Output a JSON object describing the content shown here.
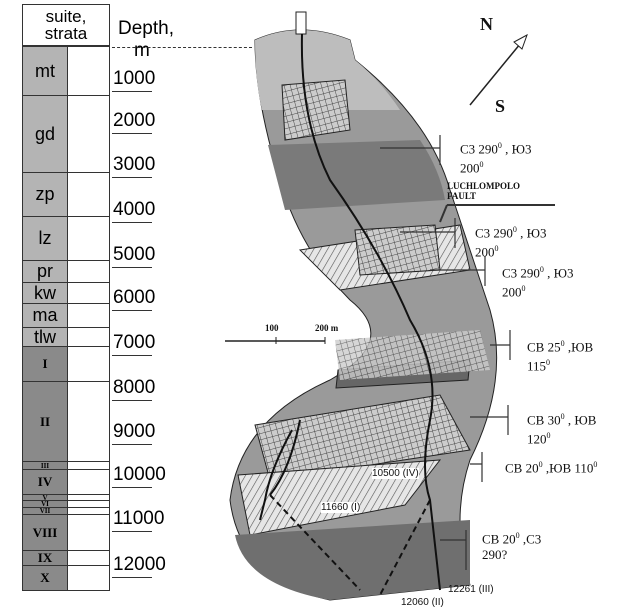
{
  "column": {
    "header": "suite, strata",
    "depth_header": "Depth,",
    "depth_unit": "m",
    "layers": [
      {
        "name": "mt",
        "tone": "light"
      },
      {
        "name": "gd",
        "tone": "light"
      },
      {
        "name": "zp",
        "tone": "light"
      },
      {
        "name": "lz",
        "tone": "light"
      },
      {
        "name": "pr",
        "tone": "light"
      },
      {
        "name": "kw",
        "tone": "light"
      },
      {
        "name": "ma",
        "tone": "light"
      },
      {
        "name": "tlw",
        "tone": "light"
      },
      {
        "name": "I",
        "tone": "dark"
      },
      {
        "name": "II",
        "tone": "dark"
      },
      {
        "name": "III",
        "tone": "dark"
      },
      {
        "name": "IV",
        "tone": "dark"
      },
      {
        "name": "V",
        "tone": "dark"
      },
      {
        "name": "VI",
        "tone": "dark"
      },
      {
        "name": "VII",
        "tone": "dark"
      },
      {
        "name": "VIII",
        "tone": "dark"
      },
      {
        "name": "IX",
        "tone": "dark"
      },
      {
        "name": "X",
        "tone": "dark"
      }
    ],
    "depths": [
      "1000",
      "2000",
      "3000",
      "4000",
      "5000",
      "6000",
      "7000",
      "8000",
      "9000",
      "10000",
      "11000",
      "12000"
    ]
  },
  "compass": {
    "north": "N",
    "south": "S"
  },
  "scale": {
    "mark1": "100",
    "mark2": "200 m"
  },
  "fault_label": {
    "line1": "LUCHLOMPOLO",
    "line2": "FAULT"
  },
  "annotations": [
    {
      "a": "C3 290",
      "b": ", Ю3",
      "c": "200"
    },
    {
      "a": "C3 290",
      "b": ", Ю3",
      "c": "200"
    },
    {
      "a": "C3 290",
      "b": ", Ю3",
      "c": "200"
    },
    {
      "a": "CB 25",
      "b": ",ЮВ",
      "c": "115"
    },
    {
      "a": "CB 30",
      "b": ", ЮВ",
      "c": "120"
    },
    {
      "a": "CB 20",
      "b": ",ЮВ 110",
      "c": ""
    },
    {
      "a": "CB 20",
      "b": ",C3",
      "c": "290?"
    }
  ],
  "boreholes": {
    "b4": "10500 (IV)",
    "b1": "11660 (I)",
    "b3": "12261 (III)",
    "b2": "12060 (II)"
  },
  "colors": {
    "light_layer": "#b4b4b4",
    "dark_layer": "#8a8a8a"
  }
}
